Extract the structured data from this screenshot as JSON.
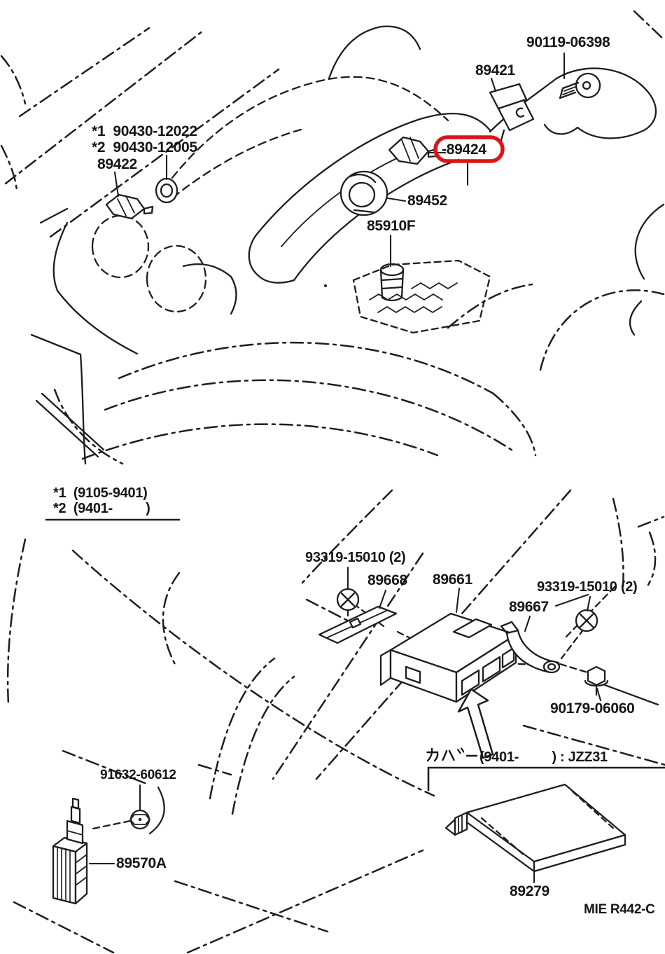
{
  "diagram": {
    "type": "toyota-parts-diagram",
    "code": "MIE R442-C",
    "highlight": {
      "part_number": "-89424",
      "color": "#d9151c"
    }
  },
  "labels": {
    "bolt90119": "90119-06398",
    "sensor89421": "89421",
    "washer1": "*1  90430-12022",
    "washer2": "*2  90430-12005",
    "sensor89422": "89422",
    "sensor89424": "-89424",
    "sensor89452": "89452",
    "sensor85910F": "85910F",
    "legend1": "*1  (9105-9401)",
    "legend2": "*2  (9401-         )",
    "screwLeft": "93319-15010 (2)",
    "bracket89668": "89668",
    "ecu89661": "89661",
    "bracket89667": "89667",
    "screwRight": "93319-15010 (2)",
    "nut90179": "90179-06060",
    "coverKana": "カハ゛ー",
    "coverRest": "(9401-         ) : JZZ31",
    "nut91632": "91632-60612",
    "relay89570A": "89570A",
    "cover89279": "89279",
    "code": "MIE R442-C"
  }
}
